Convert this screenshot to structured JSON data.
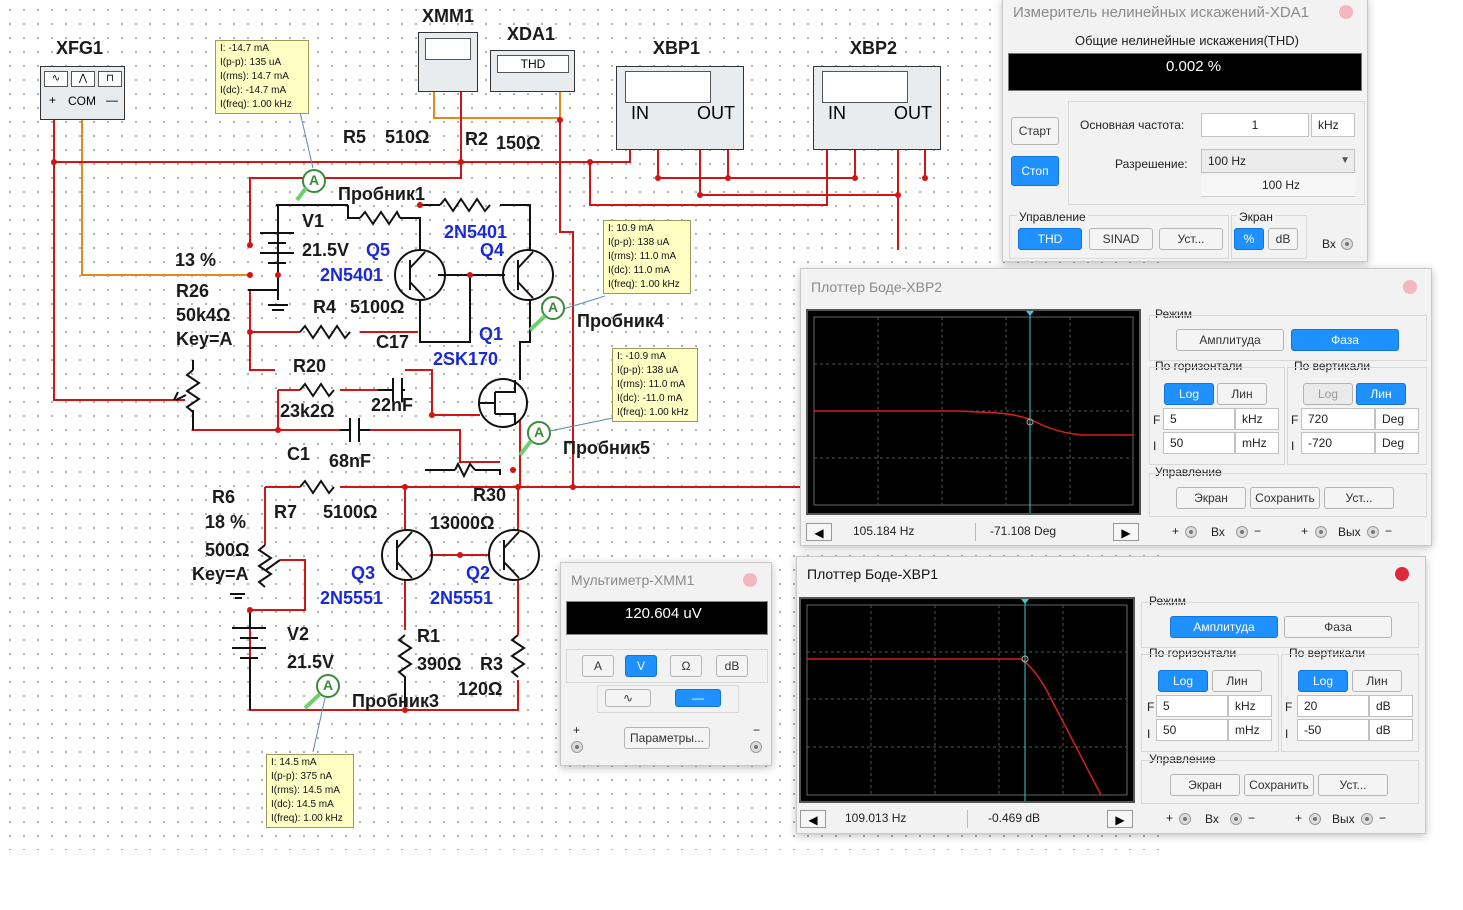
{
  "schematic": {
    "instruments": {
      "function_generator": "XFG1",
      "multimeter": "XMM1",
      "distortion_analyzer": "XDA1",
      "bode1": "XBP1",
      "bode2": "XBP2",
      "fg_com": "COM",
      "fg_plus": "+",
      "fg_minus": "—",
      "thd_label": "THD",
      "bode_in": "IN",
      "bode_out": "OUT"
    },
    "labels": {
      "r5": "R5",
      "r5_val": "510Ω",
      "r2": "R2",
      "r2_val": "150Ω",
      "probe1": "Пробник1",
      "v1": "V1",
      "v1_val": "21.5V",
      "q5": "Q5",
      "q5_part": "2N5401",
      "q4": "Q4",
      "q4_part": "2N5401",
      "r26_pct": "13 %",
      "r26": "R26",
      "r26_val": "50k4Ω",
      "r26_key": "Key=A",
      "r4": "R4",
      "r4_val": "5100Ω",
      "c17": "C17",
      "q1": "Q1",
      "q1_part": "2SK170",
      "probe4": "Пробник4",
      "r20": "R20",
      "r20_val": "23k2Ω",
      "c17_val": "22nF",
      "c1": "C1",
      "c1_val": "68nF",
      "probe5": "Пробник5",
      "r6": "R6",
      "r6_pct": "18 %",
      "r6_val": "500Ω",
      "r6_key": "Key=A",
      "r7": "R7",
      "r7_val": "5100Ω",
      "r30": "R30",
      "r30_val": "13000Ω",
      "q3": "Q3",
      "q3_part": "2N5551",
      "q2": "Q2",
      "q2_part": "2N5551",
      "v2": "V2",
      "v2_val": "21.5V",
      "r1": "R1",
      "r1_val": "390Ω",
      "r3": "R3",
      "r3_val": "120Ω",
      "probe3": "Пробник3",
      "probe_symbol": "A"
    },
    "probes": {
      "probe1": [
        "I: -14.7 mA",
        "I(p-p): 135 uA",
        "I(rms): 14.7 mA",
        "I(dc): -14.7 mA",
        "I(freq): 1.00 kHz"
      ],
      "probe4": [
        "I: 10.9 mA",
        "I(p-p): 138 uA",
        "I(rms): 11.0 mA",
        "I(dc): 11.0 mA",
        "I(freq): 1.00 kHz"
      ],
      "probe5": [
        "I: -10.9 mA",
        "I(p-p): 138 uA",
        "I(rms): 11.0 mA",
        "I(dc): -11.0 mA",
        "I(freq): 1.00 kHz"
      ],
      "probe3": [
        "I: 14.5 mA",
        "I(p-p): 375 nA",
        "I(rms): 14.5 mA",
        "I(dc): 14.5 mA",
        "I(freq): 1.00 kHz"
      ]
    },
    "colors": {
      "wire_red": "#d21414",
      "wire_orange": "#e58a1a",
      "wire_black": "#111111",
      "part_blue": "#1a2ad6"
    }
  },
  "thd_window": {
    "title": "Измеритель нелинейных искажений-XDA1",
    "heading": "Общие нелинейные искажения(THD)",
    "display": "0.002 %",
    "start": "Старт",
    "stop": "Стоп",
    "fundamental_label": "Основная частота:",
    "fundamental_value": "1",
    "fundamental_unit": "kHz",
    "resolution_label": "Разрешение:",
    "resolution_value": "100 Hz",
    "resolution_display": "100 Hz",
    "control_label": "Управление",
    "thd_btn": "THD",
    "sinad_btn": "SINAD",
    "set_btn": "Уст...",
    "screen_label": "Экран",
    "pct_btn": "%",
    "db_btn": "dB",
    "in_label": "Вх"
  },
  "bode2_window": {
    "title": "Плоттер Боде-XBP2",
    "mode_label": "Режим",
    "amp_btn": "Амплитуда",
    "phase_btn": "Фаза",
    "horiz_label": "По горизонтали",
    "vert_label": "По вертикали",
    "log": "Log",
    "lin": "Лин",
    "f_label": "F",
    "i_label": "I",
    "h_f_value": "5",
    "h_f_unit": "kHz",
    "h_i_value": "50",
    "h_i_unit": "mHz",
    "v_f_value": "720",
    "v_f_unit": "Deg",
    "v_i_value": "-720",
    "v_i_unit": "Deg",
    "control_label": "Управление",
    "screen_btn": "Экран",
    "save_btn": "Сохранить",
    "set_btn": "Уст...",
    "freq": "105.184  Hz",
    "value": "-71.108 Deg",
    "in_label": "Вх",
    "out_label": "Вых",
    "plus": "+",
    "minus": "−"
  },
  "bode1_window": {
    "title": "Плоттер Боде-XBP1",
    "mode_label": "Режим",
    "amp_btn": "Амплитуда",
    "phase_btn": "Фаза",
    "horiz_label": "По горизонтали",
    "vert_label": "По вертикали",
    "log": "Log",
    "lin": "Лин",
    "f_label": "F",
    "i_label": "I",
    "h_f_value": "5",
    "h_f_unit": "kHz",
    "h_i_value": "50",
    "h_i_unit": "mHz",
    "v_f_value": "20",
    "v_f_unit": "dB",
    "v_i_value": "-50",
    "v_i_unit": "dB",
    "control_label": "Управление",
    "screen_btn": "Экран",
    "save_btn": "Сохранить",
    "set_btn": "Уст...",
    "freq": "109.013  Hz",
    "value": "-0.469 dB",
    "in_label": "Вх",
    "out_label": "Вых",
    "plus": "+",
    "minus": "−"
  },
  "multimeter_window": {
    "title": "Мультиметр-XMM1",
    "display": "120.604 uV",
    "a_btn": "A",
    "v_btn": "V",
    "ohm_btn": "Ω",
    "db_btn": "dB",
    "params_btn": "Параметры...",
    "plus": "+",
    "minus": "−"
  }
}
